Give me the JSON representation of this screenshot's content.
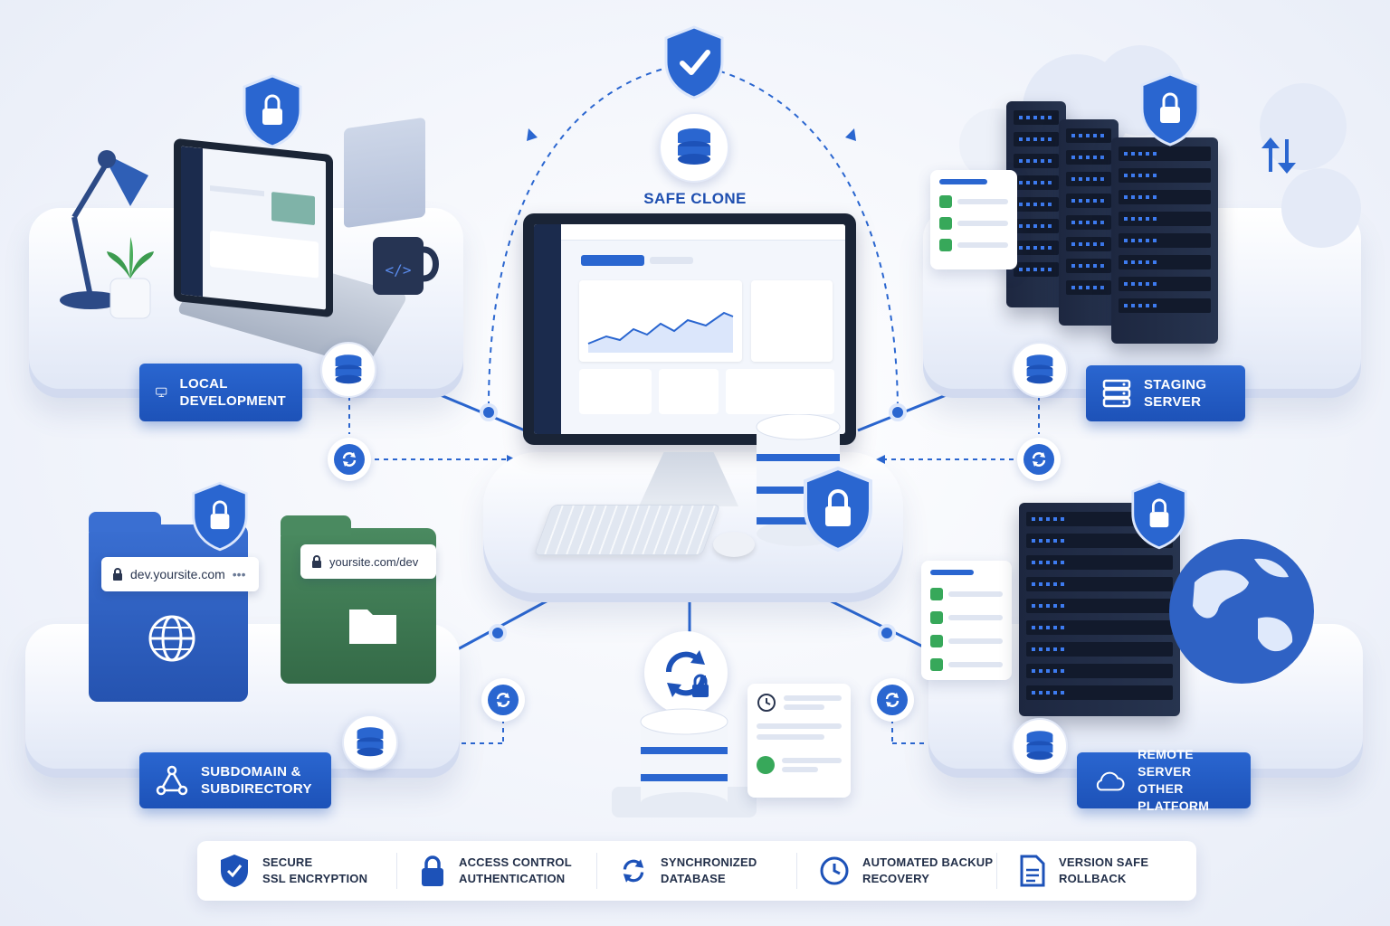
{
  "center": {
    "title": "SAFE CLONE"
  },
  "nodes": {
    "local": {
      "line1": "LOCAL",
      "line2": "DEVELOPMENT"
    },
    "staging": {
      "line1": "STAGING",
      "line2": "SERVER"
    },
    "subdomain": {
      "line1": "SUBDOMAIN &",
      "line2": "SUBDIRECTORY",
      "url_primary": "dev.yoursite.com",
      "url_secondary": "yoursite.com/dev"
    },
    "remote": {
      "line1": "REMOTE SERVER",
      "line2": "OTHER PLATFORM"
    }
  },
  "legend": [
    {
      "icon": "shield-check-icon",
      "line1": "SECURE",
      "line2": "SSL ENCRYPTION"
    },
    {
      "icon": "lock-icon",
      "line1": "ACCESS CONTROL",
      "line2": "AUTHENTICATION"
    },
    {
      "icon": "sync-icon",
      "line1": "SYNCHRONIZED",
      "line2": "DATABASE"
    },
    {
      "icon": "clock-icon",
      "line1": "AUTOMATED BACKUP",
      "line2": "RECOVERY"
    },
    {
      "icon": "document-icon",
      "line1": "VERSION SAFE",
      "line2": "ROLLBACK"
    }
  ],
  "colors": {
    "primary": "#2a66d0",
    "primary_dark": "#1d52b8",
    "rack": "#1d2740",
    "folder_blue": "#2f62c4",
    "folder_green": "#3f7a55",
    "check_green": "#37a85a",
    "background": "#f1f4fb"
  }
}
